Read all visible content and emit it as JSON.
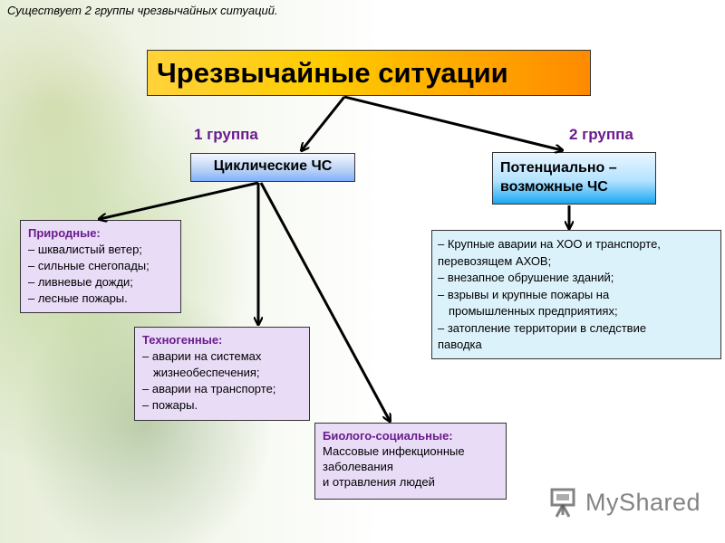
{
  "caption": "Существует 2 группы чрезвычайных ситуаций.",
  "main": {
    "title": "Чрезвычайные ситуации"
  },
  "groups": {
    "first_label": "1 группа",
    "second_label": "2 группа"
  },
  "cyclic": {
    "title": "Циклические ЧС",
    "natural": {
      "heading": "Природные:",
      "items": [
        "– шквалистый ветер;",
        "– сильные снегопады;",
        "– ливневые дожди;",
        "– лесные пожары."
      ]
    },
    "technogenic": {
      "heading": "Техногенные:",
      "items": [
        "– аварии на системах",
        "жизнеобеспечения;",
        "– аварии на транспорте;",
        "– пожары."
      ]
    },
    "bio_social": {
      "heading": "Биолого-социальные:",
      "items": [
        "Массовые инфекционные",
        "заболевания",
        "и отравления людей"
      ]
    }
  },
  "potential": {
    "title_line1": "Потенциально –",
    "title_line2": "возможные ЧС",
    "items": [
      "– Крупные аварии на ХОО и транспорте,",
      "перевозящем АХОВ;",
      "– внезапное обрушение зданий;",
      "– взрывы и крупные пожары на",
      "промышленных предприятиях;",
      "– затопление территории в следствие",
      "паводка"
    ]
  },
  "logo": {
    "text": "MyShared",
    "icon": "presentation-board-icon"
  },
  "colors": {
    "title_gradient_start": "#ffd23a",
    "title_gradient_end": "#ff8a00",
    "group_label": "#6a1b8c",
    "purple_box": "#e9dcf7",
    "blue_box": "#dcf2fb"
  }
}
